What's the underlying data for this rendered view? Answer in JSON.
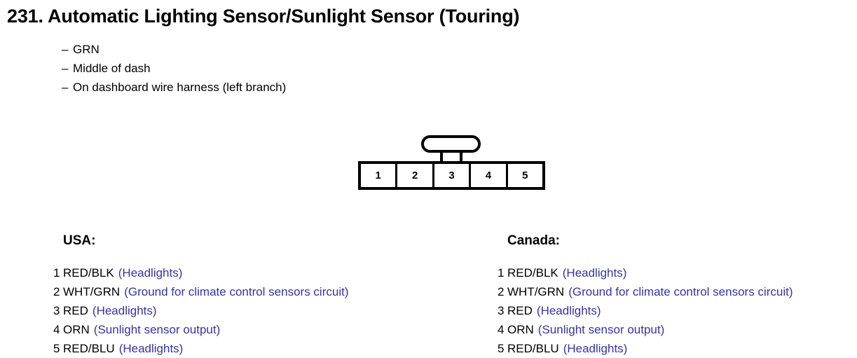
{
  "title": "231. Automatic Lighting Sensor/Sunlight Sensor (Touring)",
  "notes": {
    "dash": "–",
    "items": [
      "GRN",
      "Middle of dash",
      "On dashboard wire harness (left branch)"
    ]
  },
  "connector": {
    "pins": [
      "1",
      "2",
      "3",
      "4",
      "5"
    ],
    "latch": "connector-latch-tab"
  },
  "colors": {
    "text": "#000000",
    "circuit_description": "#3333aa",
    "outline": "#000000",
    "background": "#ffffff"
  },
  "columns": [
    {
      "heading": "USA:",
      "rows": [
        {
          "pin": "1",
          "wire": "RED/BLK",
          "desc": "(Headlights)"
        },
        {
          "pin": "2",
          "wire": "WHT/GRN",
          "desc": "(Ground for climate control sensors circuit)"
        },
        {
          "pin": "3",
          "wire": "RED",
          "desc": "(Headlights)"
        },
        {
          "pin": "4",
          "wire": "ORN",
          "desc": "(Sunlight sensor output)"
        },
        {
          "pin": "5",
          "wire": "RED/BLU",
          "desc": "(Headlights)"
        }
      ]
    },
    {
      "heading": "Canada:",
      "rows": [
        {
          "pin": "1",
          "wire": "RED/BLK",
          "desc": "(Headlights)"
        },
        {
          "pin": "2",
          "wire": "WHT/GRN",
          "desc": "(Ground for climate control sensors circuit)"
        },
        {
          "pin": "3",
          "wire": "RED",
          "desc": "(Headlights)"
        },
        {
          "pin": "4",
          "wire": "ORN",
          "desc": "(Sunlight sensor output)"
        },
        {
          "pin": "5",
          "wire": "RED/BLU",
          "desc": "(Headlights)"
        }
      ]
    }
  ]
}
